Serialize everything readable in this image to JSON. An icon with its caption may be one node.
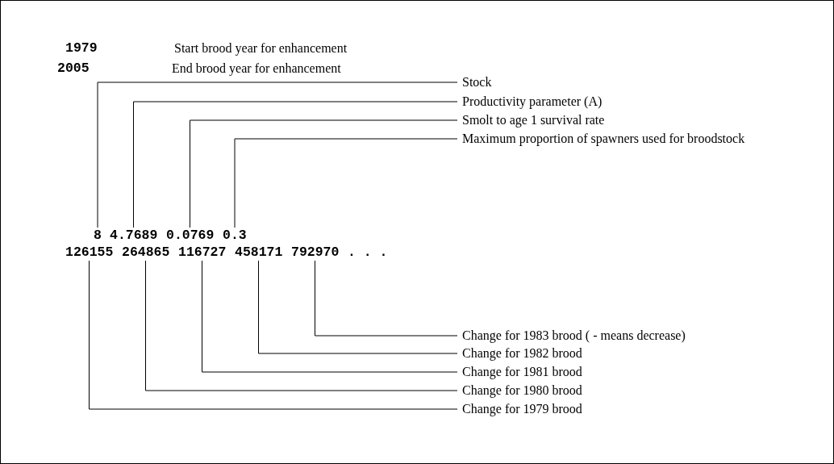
{
  "diagram": {
    "nodes": [
      {
        "text": [
          "8"
        ]
      },
      {
        "text": [
          "4.7689"
        ]
      },
      {
        "text": [
          "0.0769"
        ]
      },
      {
        "text": [
          "0.3"
        ]
      },
      {
        "text": [
          "126155"
        ]
      },
      {
        "text": [
          "264865"
        ]
      },
      {
        "text": [
          "116727"
        ]
      },
      {
        "text": [
          "458171"
        ]
      },
      {
        "text": [
          "792970"
        ]
      },
      {
        "text": [
          "Stock"
        ]
      },
      {
        "text": [
          "Productivity parameter (A)"
        ]
      },
      {
        "text": [
          "Smolt to age 1 survival rate"
        ]
      },
      {
        "text": [
          "Maximum proportion of spawners used for broodstock"
        ]
      },
      {
        "text": [
          "Change for 1983 brood ( - means decrease)"
        ]
      },
      {
        "text": [
          "Change for 1982 brood"
        ]
      },
      {
        "text": [
          "Change for 1981 brood"
        ]
      },
      {
        "text": [
          "Change for 1980 brood"
        ]
      },
      {
        "text": [
          "Change for 1979 brood"
        ]
      }
    ],
    "edges": [
      {
        "from": 0,
        "to": 9,
        "arrow": "none"
      },
      {
        "from": 1,
        "to": 10,
        "arrow": "none"
      },
      {
        "from": 2,
        "to": 11,
        "arrow": "none"
      },
      {
        "from": 3,
        "to": 12,
        "arrow": "none"
      },
      {
        "from": 8,
        "to": 13,
        "arrow": "none"
      },
      {
        "from": 7,
        "to": 14,
        "arrow": "none"
      },
      {
        "from": 6,
        "to": 15,
        "arrow": "none"
      },
      {
        "from": 5,
        "to": 16,
        "arrow": "none"
      },
      {
        "from": 4,
        "to": 17,
        "arrow": "none"
      }
    ],
    "labels": [
      "1979",
      "Start brood year for enhancement",
      "2005",
      "End brood year for enhancement",
      ". . ."
    ]
  }
}
